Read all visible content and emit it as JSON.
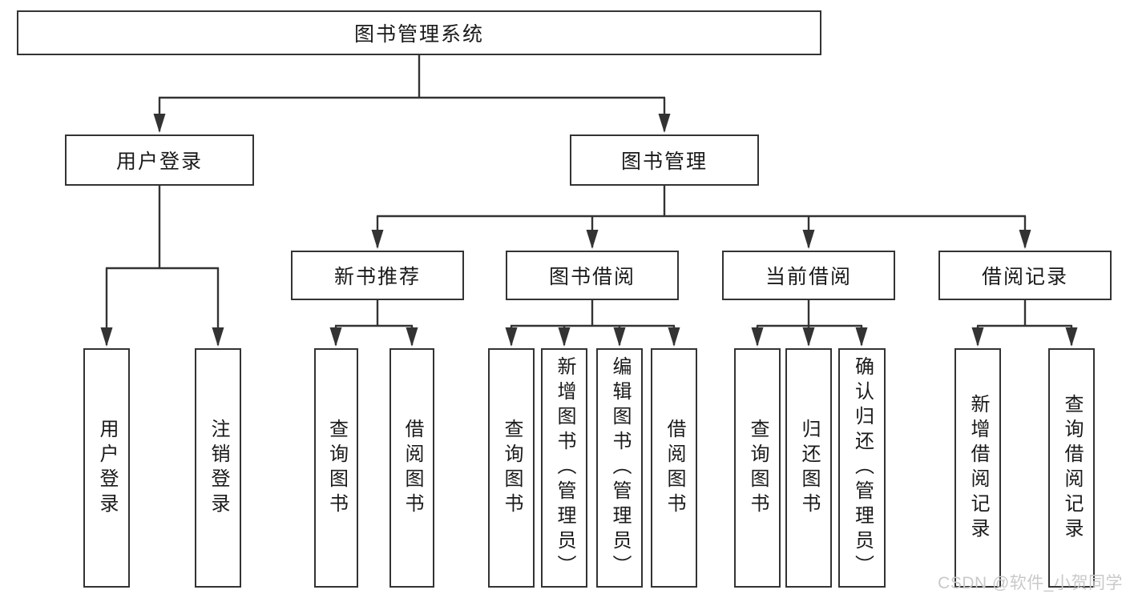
{
  "colors": {
    "line": "#333333",
    "text": "#1a1a1a",
    "background": "#ffffff",
    "watermark": "#c9c9c9"
  },
  "watermark": {
    "text": "CSDN @软件_小贺同学"
  },
  "tree": {
    "root": {
      "label": "图书管理系统",
      "children": [
        {
          "label": "用户登录",
          "children": [
            {
              "label": "用户登录"
            },
            {
              "label": "注销登录"
            }
          ]
        },
        {
          "label": "图书管理",
          "children": [
            {
              "label": "新书推荐",
              "children": [
                {
                  "label": "查询图书"
                },
                {
                  "label": "借阅图书"
                }
              ]
            },
            {
              "label": "图书借阅",
              "children": [
                {
                  "label": "查询图书"
                },
                {
                  "label": "新增图书（管理员）"
                },
                {
                  "label": "编辑图书（管理员）"
                },
                {
                  "label": "借阅图书"
                }
              ]
            },
            {
              "label": "当前借阅",
              "children": [
                {
                  "label": "查询图书"
                },
                {
                  "label": "归还图书"
                },
                {
                  "label": "确认归还（管理员）"
                }
              ]
            },
            {
              "label": "借阅记录",
              "children": [
                {
                  "label": "新增借阅记录"
                },
                {
                  "label": "查询借阅记录"
                }
              ]
            }
          ]
        }
      ]
    }
  }
}
